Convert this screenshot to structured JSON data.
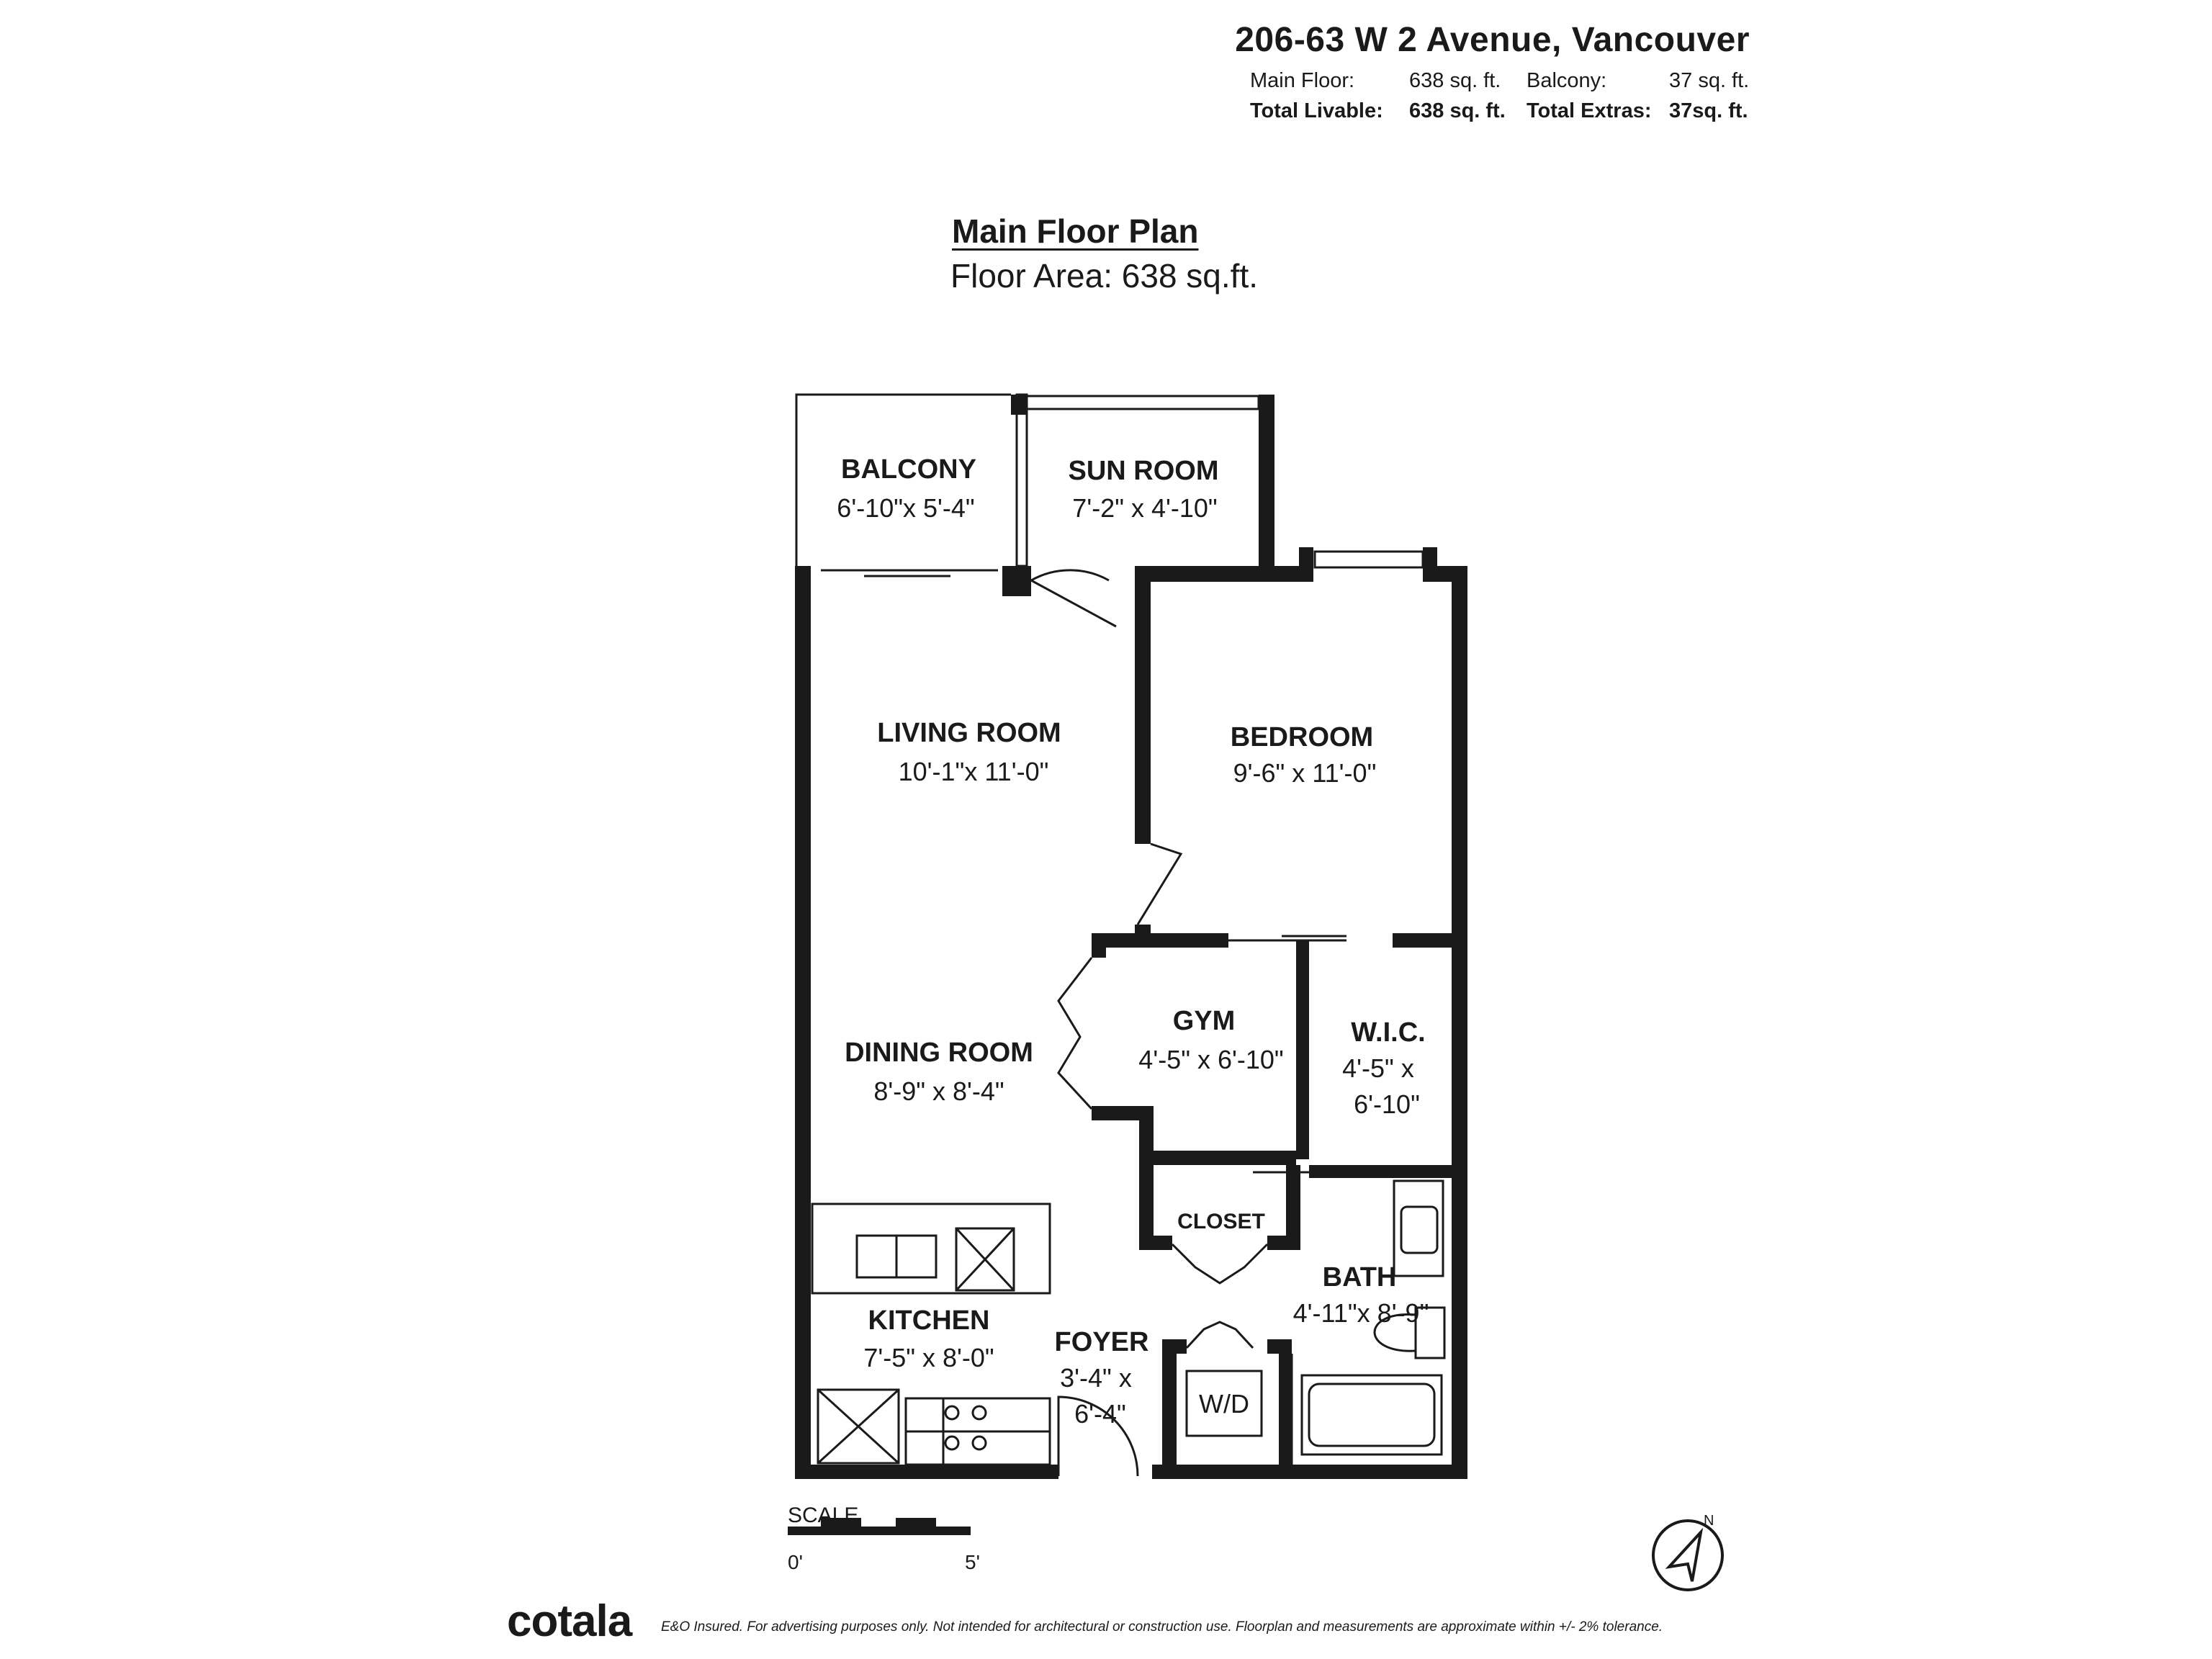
{
  "header": {
    "address": "206-63 W 2 Avenue, Vancouver",
    "main_floor_label": "Main Floor:",
    "main_floor_value": "638 sq. ft.",
    "balcony_label": "Balcony:",
    "balcony_value": "37 sq. ft.",
    "total_livable_label": "Total Livable:",
    "total_livable_value": "638 sq. ft.",
    "total_extras_label": "Total Extras:",
    "total_extras_value": "37sq. ft."
  },
  "plan": {
    "title": "Main Floor Plan",
    "floor_area": "Floor Area: 638 sq.ft."
  },
  "rooms": {
    "balcony": {
      "name": "BALCONY",
      "dims": "6'-10\"x 5'-4\""
    },
    "sun_room": {
      "name": "SUN ROOM",
      "dims": "7'-2\" x 4'-10\""
    },
    "living_room": {
      "name": "LIVING ROOM",
      "dims": "10'-1\"x 11'-0\""
    },
    "bedroom": {
      "name": "BEDROOM",
      "dims": "9'-6\" x 11'-0\""
    },
    "gym": {
      "name": "GYM",
      "dims": "4'-5\" x 6'-10\""
    },
    "wic": {
      "name": "W.I.C.",
      "dims_line1": "4'-5\" x",
      "dims_line2": "6'-10\""
    },
    "dining_room": {
      "name": "DINING ROOM",
      "dims": "8'-9\" x 8'-4\""
    },
    "closet": {
      "name": "CLOSET"
    },
    "bath": {
      "name": "BATH",
      "dims": "4'-11\"x 8'-9\""
    },
    "kitchen": {
      "name": "KITCHEN",
      "dims": "7'-5\" x 8'-0\""
    },
    "foyer": {
      "name": "FOYER",
      "dims_line1": "3'-4\" x",
      "dims_line2": "6'-4\""
    },
    "washer_dryer": {
      "name": "W/D"
    }
  },
  "scale": {
    "label": "SCALE",
    "start": "0'",
    "end": "5'"
  },
  "compass": {
    "label": "N"
  },
  "footer": {
    "brand": "cotala",
    "disclaimer": "E&O Insured. For advertising purposes only. Not intended for architectural or construction use. Floorplan and measurements are approximate within +/- 2% tolerance."
  }
}
